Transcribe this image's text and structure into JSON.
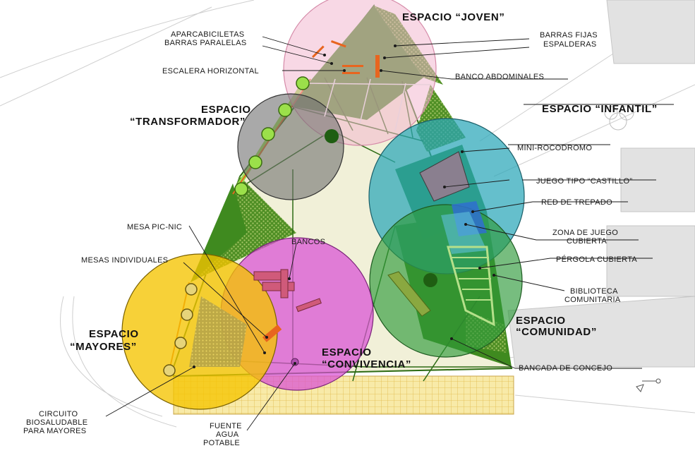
{
  "colors": {
    "joven": "#f2b8cf",
    "transformador": "#6f6f6f",
    "infantil": "#2aa6b8",
    "convivencia": "#d94fd6",
    "comunidad": "#2e9a3a",
    "mayores": "#f5c400",
    "park_green": "#3f8a1f",
    "park_cream": "#f1f0d8",
    "hatch": "#8fb34a",
    "orange": "#e8651f",
    "plaza": "#f7e8a6"
  },
  "zones": {
    "joven": "ESPACIO “JOVEN”",
    "transformador_1": "ESPACIO",
    "transformador_2": "“TRANSFORMADOR”",
    "infantil": "ESPACIO “INFANTIL”",
    "mayores_1": "ESPACIO",
    "mayores_2": "“MAYORES”",
    "convivencia_1": "ESPACIO",
    "convivencia_2": "“CONVIVENCIA”",
    "comunidad_1": "ESPACIO",
    "comunidad_2": "“COMUNIDAD”"
  },
  "labels": {
    "aparcabicicletas": "APARCABICILETAS",
    "barras_paralelas": "BARRAS PARALELAS",
    "escalera": "ESCALERA HORIZONTAL",
    "barras_fijas": "BARRAS FIJAS",
    "espalderas": "ESPALDERAS",
    "banco_abdominales": "BANCO ABDOMINALES",
    "mini_rocodromo": "MINI-ROCODROMO",
    "juego_castillo": "JUEGO TIPO “CASTILLO”",
    "red_trepado": "RED DE TREPADO",
    "zona_juego_1": "ZONA DE JUEGO",
    "zona_juego_2": "CUBIERTA",
    "pergola": "PÉRGOLA CUBIERTA",
    "biblioteca_1": "BIBLIOTECA",
    "biblioteca_2": "COMUNITARIA",
    "mesa_picnic": "MESA PIC-NIC",
    "bancos": "BANCOS",
    "mesas_individuales": "MESAS INDIVIDUALES",
    "bancada": "BANCADA DE CONCEJO",
    "circuito_1": "CIRCUITO",
    "circuito_2": "BIOSALUDABLE",
    "circuito_3": "PARA MAYORES",
    "fuente_1": "FUENTE",
    "fuente_2": "AGUA",
    "fuente_3": "POTABLE"
  }
}
